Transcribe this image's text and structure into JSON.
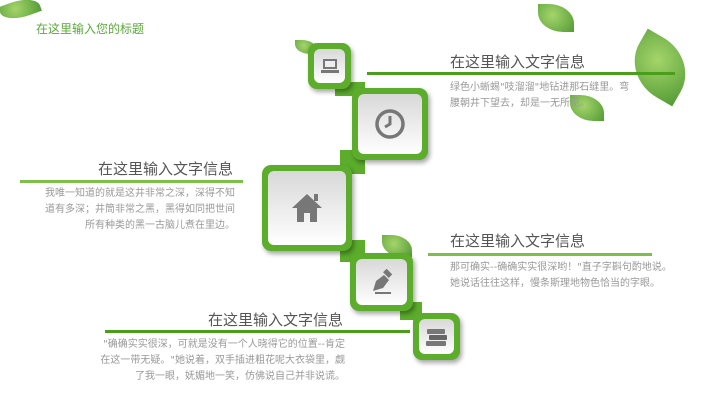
{
  "page_title": "在这里输入您的标题",
  "sections": [
    {
      "title": "在这里输入文字信息",
      "body": "绿色小蜥蜴\"吱溜溜\"地钻进那石缝里。弯腰朝井下望去，却是一无所见。",
      "icon": "laptop-icon"
    },
    {
      "title": "在这里输入文字信息",
      "body": "我唯一知道的就是这井非常之深，深得不知道有多深；井筒非常之黑，黑得如同把世间所有种类的黑一古脑儿煮在里边。",
      "icon": "home-icon"
    },
    {
      "title": "在这里输入文字信息",
      "body": "那可确实--确确实实很深哟！\"直子字斟句酌地说。她说话往往这样，慢条斯理地物色恰当的字眼。",
      "icon": "pen-icon"
    },
    {
      "title": "在这里输入文字信息",
      "body": "\"确确实实很深，可就是没有一个人晓得它的位置--肯定在这一带无疑。\"她说着，双手插进粗花呢大衣袋里，觑了我一眼，妩媚地一笑，仿佛说自己并非说谎。",
      "icon": "books-icon"
    }
  ],
  "colors": {
    "accent": "#5cad2c",
    "line": "#4a9e1c"
  }
}
